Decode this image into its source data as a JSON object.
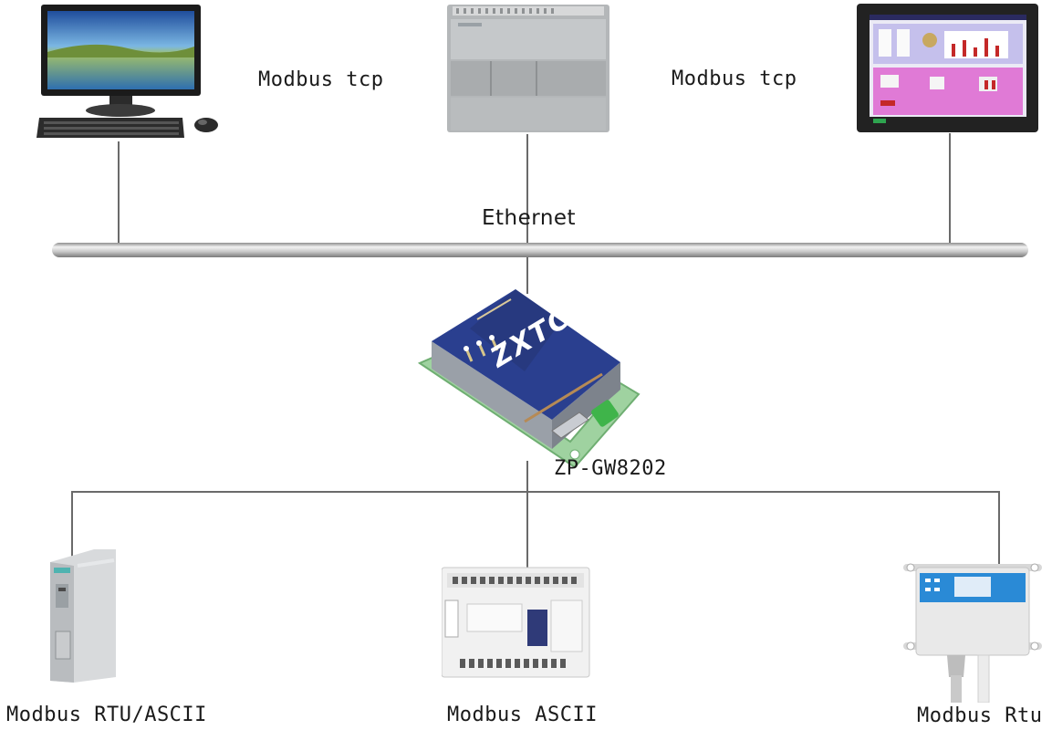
{
  "diagram": {
    "top_protocol_left": "Modbus tcp",
    "top_protocol_right": "Modbus tcp",
    "network_label": "Ethernet",
    "gateway_brand": "ZXTC",
    "gateway_model": "ZP-GW8202",
    "bottom_left_label": "Modbus RTU/ASCII",
    "bottom_center_label": "Modbus ASCII",
    "bottom_right_label": "Modbus Rtu"
  },
  "colors": {
    "gateway_blue": "#2a3f8f",
    "gateway_bracket": "#9fd2a0",
    "hmi_screen": "#e07ad6",
    "sensor_panel": "#2a8ad6"
  }
}
